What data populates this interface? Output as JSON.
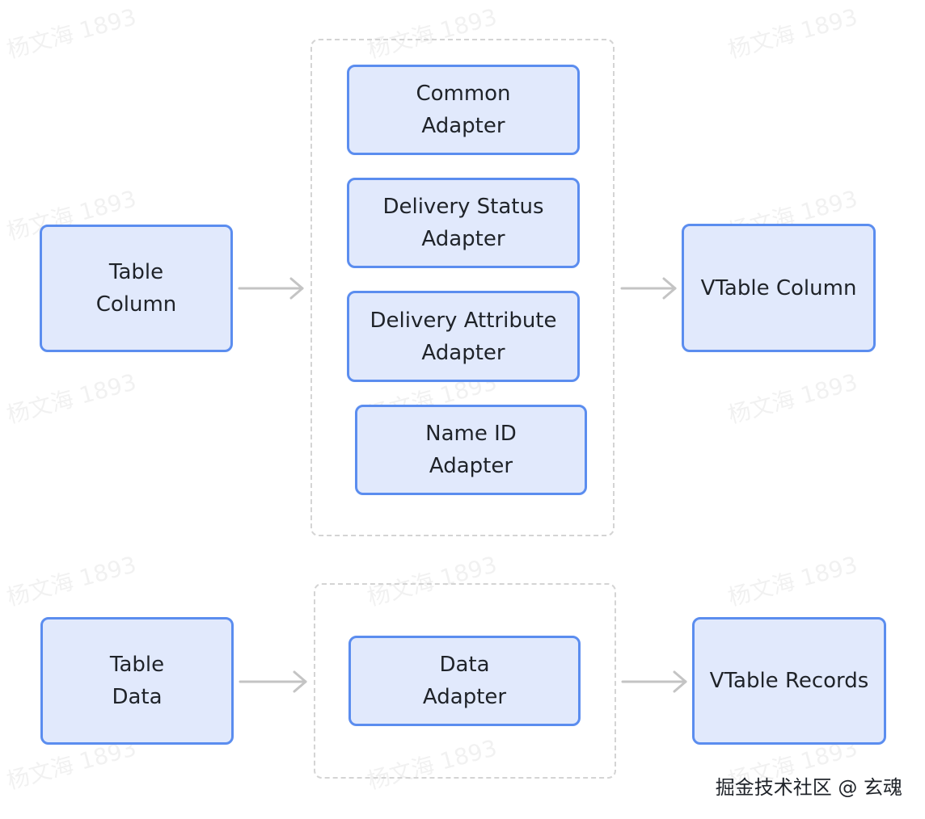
{
  "watermark": "杨文海 1893",
  "nodes": {
    "table_column": "Table\nColumn",
    "common_adapter": "Common\nAdapter",
    "delivery_status_adapter": "Delivery Status\nAdapter",
    "delivery_attribute_adapter": "Delivery Attribute\nAdapter",
    "name_id_adapter": "Name ID\nAdapter",
    "vtable_column": "VTable Column",
    "table_data": "Table\nData",
    "data_adapter": "Data\nAdapter",
    "vtable_records": "VTable Records"
  },
  "footer": "掘金技术社区 @ 玄魂",
  "colors": {
    "box_fill": "#e1e9fc",
    "box_border": "#5b8def",
    "arrow": "#c4c4c4",
    "group_border": "#d4d4d4"
  }
}
